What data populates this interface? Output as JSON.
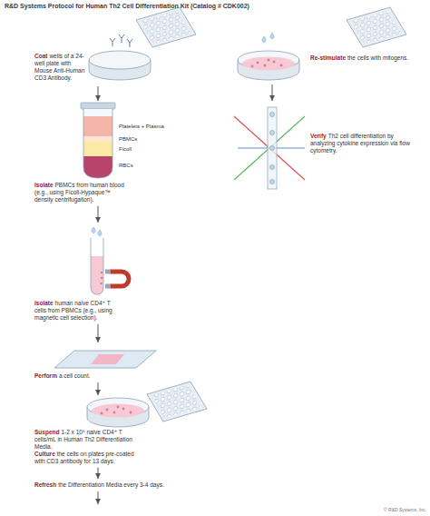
{
  "diagram": {
    "title": "R&D Systems Protocol for Human Th2 Cell Differentiation Kit (Catalog # CDK002)",
    "nodes": [
      {
        "text": [
          "Coat",
          "wells of a 24-well plate with Mouse Anti-Human CD3 Antibody."
        ]
      },
      {
        "text": [
          "Isolate",
          "PBMCs from human blood (e.g., using Ficoll-Hypaque™ density centrifugation)."
        ]
      },
      {
        "text": [
          "Isolate",
          "human naive CD4⁺ T cells from PBMCs (e.g., using magnetic cell selection)."
        ]
      },
      {
        "text": [
          "Perform",
          "a cell count."
        ]
      },
      {
        "text": [
          "Suspend",
          "1-2 x 10⁵ naive CD4⁺ T cells/mL in Human Th2 Differentiation Media.",
          "Culture",
          "the cells on plates pre-coated with CD3 antibody for 13 days."
        ]
      },
      {
        "text": [
          "Refresh",
          "the Differentiation Media every 3-4 days."
        ]
      },
      {
        "text": [
          "Re-stimulate",
          "the cells with mitogens."
        ]
      },
      {
        "text": [
          "Verify",
          "Th2 cell differentiation by analyzing cytokine expression via flow cytometry."
        ]
      }
    ],
    "edges": [
      {
        "from": 0,
        "to": 1,
        "arrow": "to"
      },
      {
        "from": 1,
        "to": 2,
        "arrow": "to"
      },
      {
        "from": 2,
        "to": 3,
        "arrow": "to"
      },
      {
        "from": 3,
        "to": 4,
        "arrow": "to"
      },
      {
        "from": 4,
        "to": 5,
        "arrow": "to"
      },
      {
        "from": 6,
        "to": 7,
        "arrow": "to"
      }
    ],
    "labels": [
      "Platelets + Plasma",
      "PBMCs",
      "Ficoll",
      "RBCs",
      "© R&D Systems, Inc."
    ]
  }
}
